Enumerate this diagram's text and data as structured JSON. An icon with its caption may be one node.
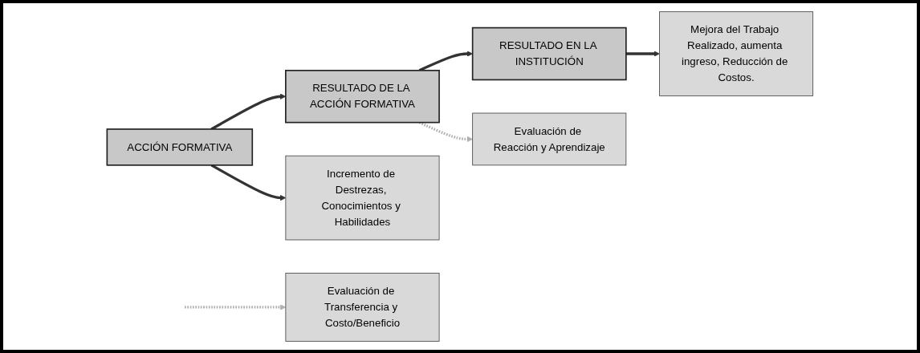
{
  "diagram": {
    "nodes": [
      {
        "text": [
          "ACCIÓN FORMATIVA"
        ]
      },
      {
        "text": [
          "RESULTADO DE LA ACCIÓN FORMATIVA"
        ]
      },
      {
        "text": [
          "RESULTADO EN LA INSTITUCIÓN"
        ]
      },
      {
        "text": [
          "Incremento de Destrezas, Conocimientos y Habilidades"
        ]
      },
      {
        "text": [
          "Evaluación de Reacción y Aprendizaje"
        ]
      },
      {
        "text": [
          "Mejora del Trabajo Realizado, aumenta ingreso, Reducción de Costos."
        ]
      },
      {
        "text": [
          "Evaluación de Transferencia y Costo/Beneficio"
        ]
      }
    ],
    "edges": [
      {
        "from": 0,
        "to": 1,
        "arrow": "to"
      },
      {
        "from": 1,
        "to": 2,
        "arrow": "to"
      },
      {
        "from": 0,
        "to": 3,
        "arrow": "to"
      },
      {
        "from": 1,
        "to": 4,
        "arrow": "to",
        "style": "dashed",
        "color": "#b0b0b0"
      },
      {
        "from": 2,
        "to": 5,
        "arrow": "to"
      },
      {
        "from": null,
        "to": 6,
        "arrow": "to",
        "style": "dashed",
        "color": "#b0b0b0"
      }
    ]
  }
}
